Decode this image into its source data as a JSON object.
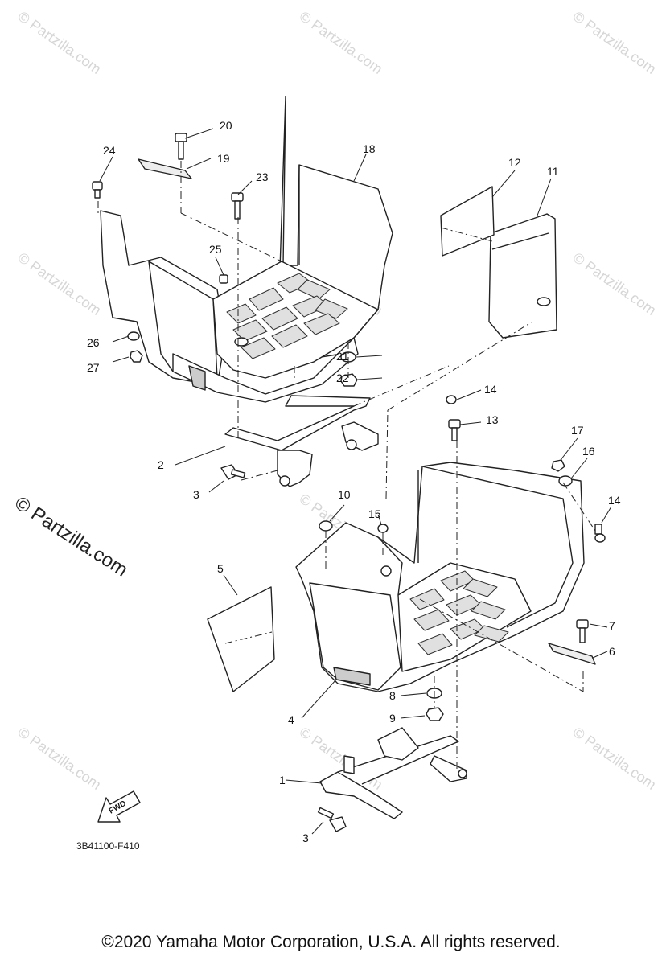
{
  "callouts": [
    "1",
    "2",
    "3",
    "3",
    "4",
    "5",
    "6",
    "7",
    "8",
    "9",
    "10",
    "11",
    "12",
    "13",
    "14",
    "14",
    "15",
    "16",
    "17",
    "18",
    "19",
    "20",
    "21",
    "22",
    "23",
    "24",
    "25",
    "26",
    "27"
  ],
  "fwd_label": "FWD",
  "diagram_code": "3B41100-F410",
  "watermark_small": "© Partzilla.com",
  "watermark_large": "© Partzilla.com",
  "copyright": "©2020 Yamaha Motor Corporation, U.S.A. All rights reserved."
}
